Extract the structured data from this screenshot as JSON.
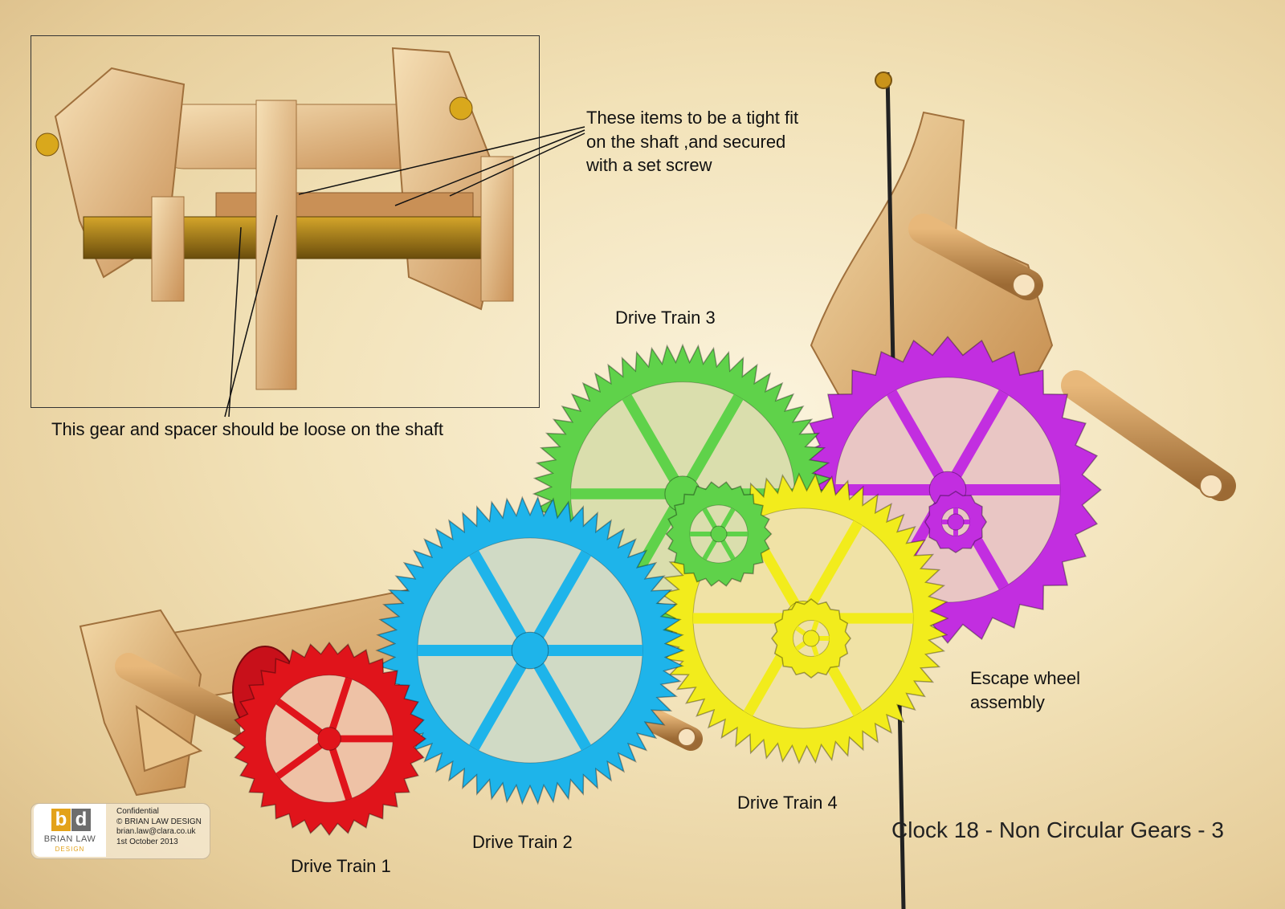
{
  "annotations": {
    "tight_fit": "These items to be a tight fit\non the  shaft ,and secured\nwith a set screw",
    "loose": "This gear and spacer should be loose on the shaft"
  },
  "labels": {
    "drive_train_1": "Drive Train 1",
    "drive_train_2": "Drive Train 2",
    "drive_train_3": "Drive Train 3",
    "drive_train_4": "Drive Train 4",
    "escape_wheel": "Escape wheel\nassembly"
  },
  "footer": {
    "title": "Clock 18 - Non Circular Gears - 3"
  },
  "logo": {
    "letters_b": "b",
    "letters_d": "d",
    "name": "BRIAN LAW",
    "sub": "DESIGN",
    "info": "Confidential\n© BRIAN LAW DESIGN\nbrian.law@clara.co.uk\n1st October 2013"
  },
  "colors": {
    "red_gear": "#e0141b",
    "blue_gear": "#1eb4ea",
    "green_gear": "#5fd24a",
    "yellow_gear": "#f2ec1c",
    "purple_gear": "#c22ee0",
    "wood": "#d9a866",
    "brass": "#b8860b"
  }
}
